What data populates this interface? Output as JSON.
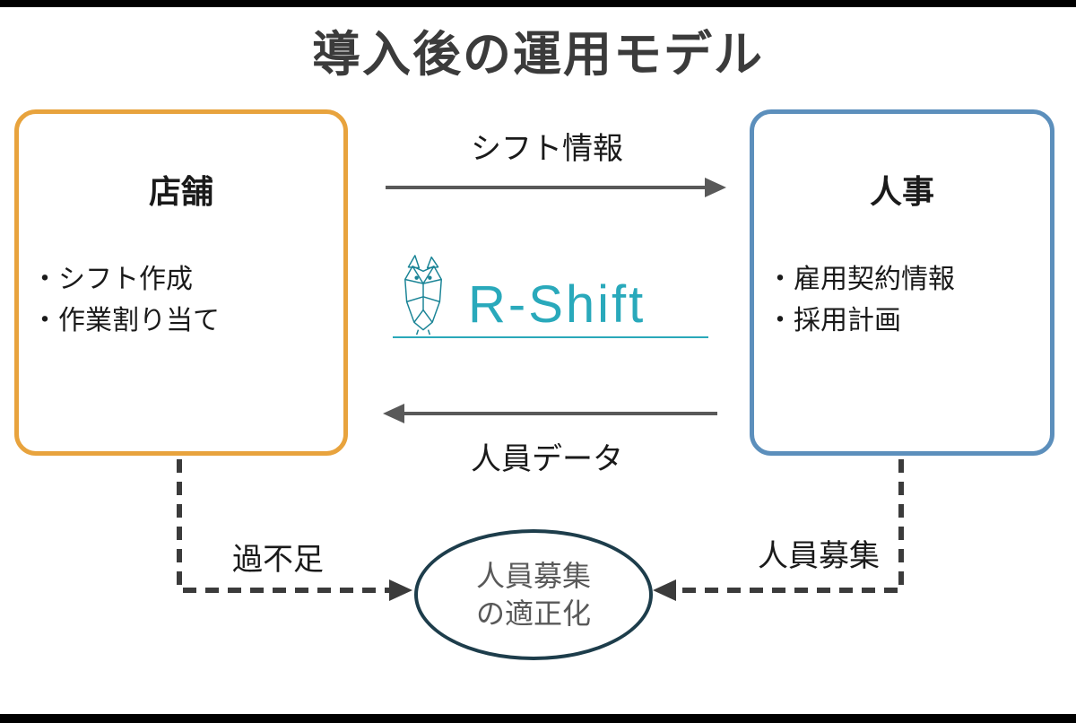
{
  "slide": {
    "title": "導入後の運用モデル"
  },
  "left_box": {
    "title": "店舗",
    "items": [
      "・シフト作成",
      "・作業割り当て"
    ]
  },
  "right_box": {
    "title": "人事",
    "items": [
      "・雇用契約情報",
      "・採用計画"
    ]
  },
  "arrows": {
    "top_label": "シフト情報",
    "bottom_label": "人員データ",
    "left_dashed_label": "過不足",
    "right_dashed_label": "人員募集"
  },
  "logo": {
    "text": "R-Shift",
    "icon": "owl-icon"
  },
  "ellipse": {
    "line1": "人員募集",
    "line2": "の適正化"
  },
  "colors": {
    "left_box_border": "#e8a33d",
    "right_box_border": "#5c8fbc",
    "solid_arrow": "#595959",
    "dashed_arrow": "#3b3b3b",
    "ellipse_border": "#1d3d4b",
    "logo_teal": "#29a9bb",
    "title_text": "#3b3b3b"
  }
}
